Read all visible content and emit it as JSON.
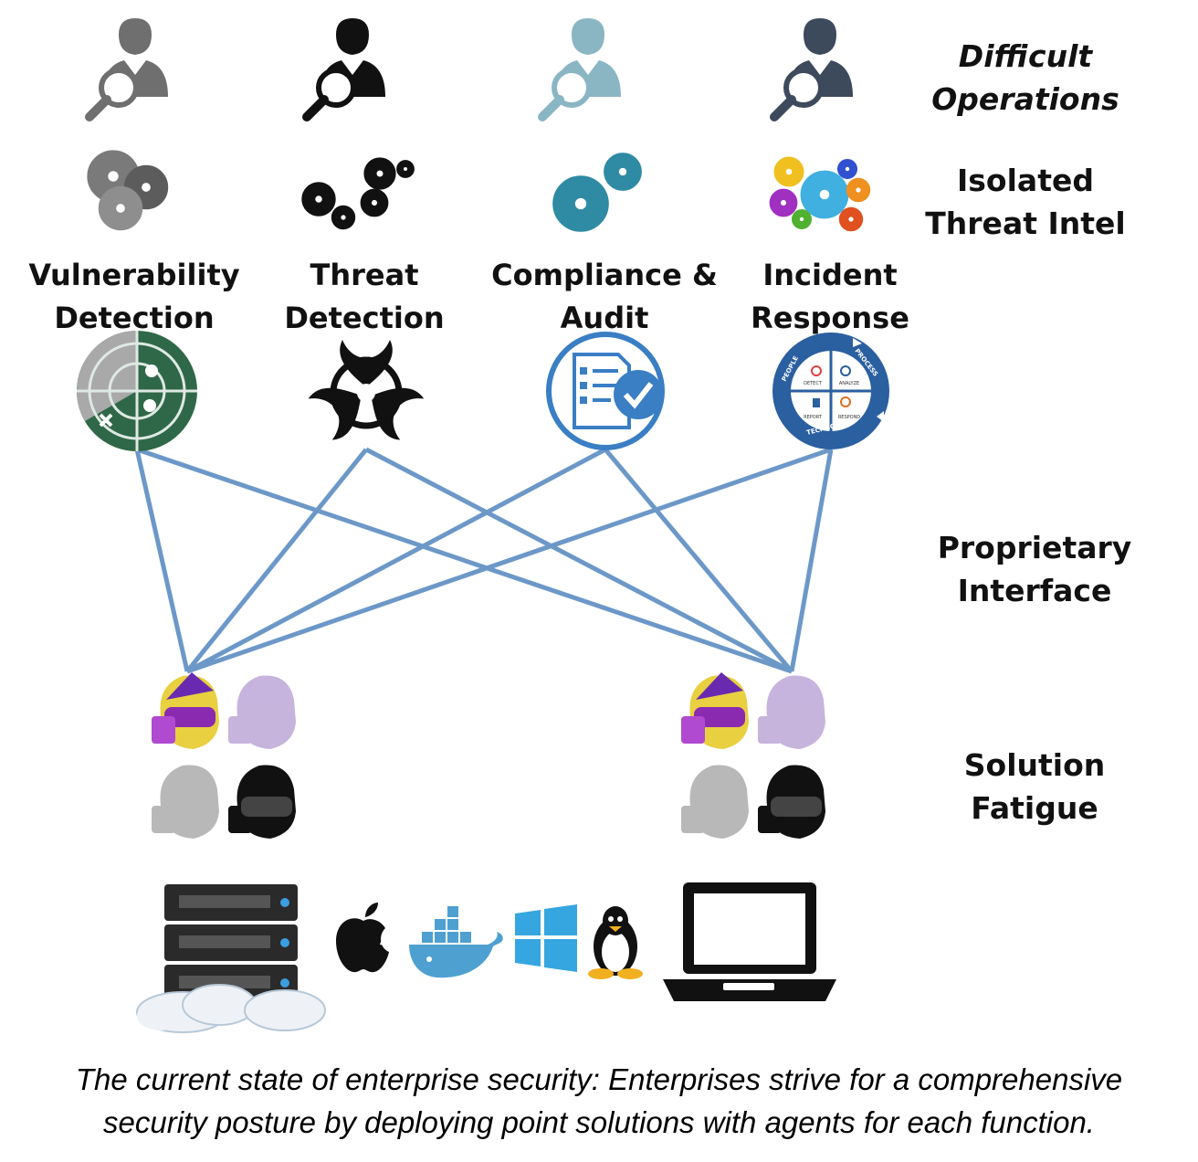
{
  "row_labels": {
    "operations": [
      "Difficult",
      "Operations"
    ],
    "threat_intel": [
      "Isolated",
      "Threat Intel"
    ],
    "interface": [
      "Proprietary",
      "Interface"
    ],
    "fatigue": [
      "Solution",
      "Fatigue"
    ]
  },
  "functions": [
    {
      "name": [
        "Vulnerability",
        "Detection"
      ],
      "person_color": "#6f6f6f"
    },
    {
      "name": [
        "Threat",
        "Detection"
      ],
      "person_color": "#111111"
    },
    {
      "name": [
        "Compliance &",
        "Audit"
      ],
      "person_color": "#8ab6c4"
    },
    {
      "name": [
        "Incident",
        "Response"
      ],
      "person_color": "#3d4a5c"
    }
  ],
  "incident_wheel": {
    "ring": [
      "PEOPLE",
      "PROCESS",
      "TECHNOLOGY"
    ],
    "quadrants": [
      "DETECT",
      "ANALYZE",
      "REPORT",
      "RESPOND"
    ]
  },
  "caption": [
    "The current state of enterprise security: Enterprises strive for a comprehensive",
    "security posture by deploying point solutions with agents for each function."
  ],
  "colors": {
    "connector": "#6c98c8",
    "radar": "#2f6848",
    "compliance": "#3a7ec4",
    "incident": "#2a5fa0",
    "docker": "#4ea0d0",
    "windows": "#35a6e0"
  }
}
